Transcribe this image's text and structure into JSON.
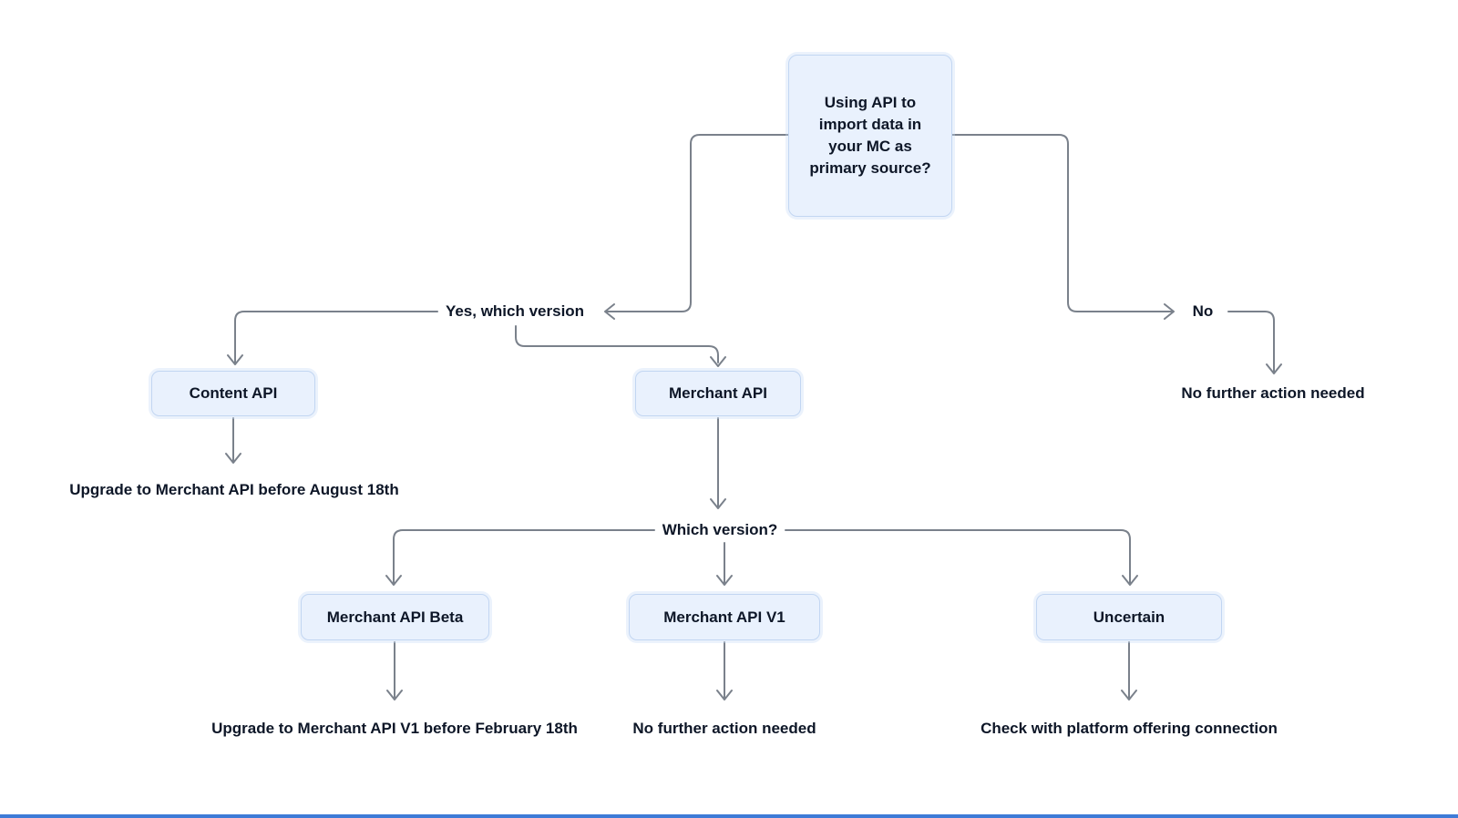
{
  "diagram": {
    "root": {
      "lines": [
        "Using API to",
        "import data in",
        "your MC as",
        "primary source?"
      ]
    },
    "branches": {
      "yes_label": "Yes, which version",
      "no_label": "No",
      "which_version_label": "Which version?"
    },
    "nodes": {
      "content_api": {
        "label": "Content API"
      },
      "merchant_api": {
        "label": "Merchant API"
      },
      "merchant_api_beta": {
        "label": "Merchant API Beta"
      },
      "merchant_api_v1": {
        "label": "Merchant API V1"
      },
      "uncertain": {
        "label": "Uncertain"
      }
    },
    "outcomes": {
      "no_action_right": "No further action needed",
      "upgrade_before_august": "Upgrade to Merchant API before August 18th",
      "upgrade_before_february": "Upgrade to Merchant API V1 before February 18th",
      "no_action_bottom": "No further action needed",
      "check_platform": "Check with platform offering connection"
    },
    "colors": {
      "node_fill": "#E9F1FD",
      "node_border": "#C2D6F2",
      "connector": "#7A818B",
      "text": "#0D1627",
      "bottom_bar": "#3E7BD7"
    }
  }
}
